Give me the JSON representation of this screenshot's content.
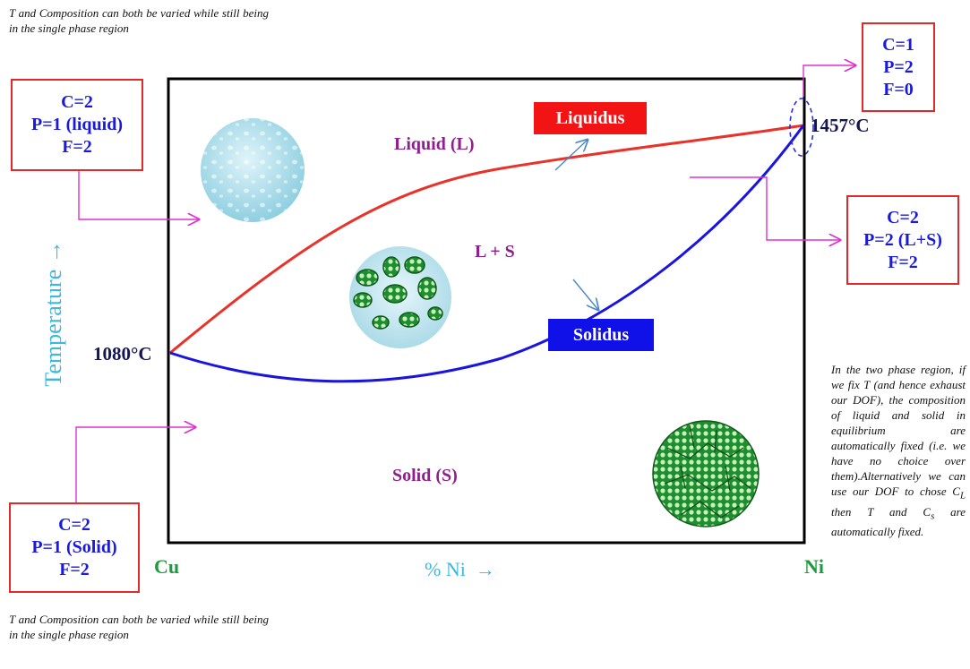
{
  "notes": {
    "top": "T and Composition can both be varied while still being in the single phase region",
    "bottom": "T and Composition can both be varied while still being in the single phase region",
    "right": "In the two phase region, if we fix T (and hence exhaust our DOF), the composition of liquid and solid in equilibrium are automatically fixed (i.e. we have no choice over them).Alternatively we can use our DOF to chose C",
    "right_sub1": "L",
    "right_mid": " then T and C",
    "right_sub2": "s",
    "right_end": " are automatically fixed."
  },
  "boxes": {
    "liquid": {
      "c": "C=2",
      "p": "P=1 (liquid)",
      "f": "F=2"
    },
    "solid": {
      "c": "C=2",
      "p": "P=1 (Solid)",
      "f": "F=2"
    },
    "melting_point": {
      "c": "C=1",
      "p": "P=2",
      "f": "F=0"
    },
    "two_phase": {
      "c": "C=2",
      "p": "P=2 (L+S)",
      "f": "F=2"
    }
  },
  "regions": {
    "liquid": "Liquid (L)",
    "two_phase": "L + S",
    "solid": "Solid (S)"
  },
  "curves": {
    "liquidus": "Liquidus",
    "solidus": "Solidus",
    "liquidus_color": "#e8322a",
    "solidus_color": "#1a14e0"
  },
  "temperatures": {
    "cu_melting": "1080°C",
    "ni_melting": "1457°C"
  },
  "axes": {
    "y_label": "Temperature →",
    "x_label": "% Ni  →",
    "x_left": "Cu",
    "x_right": "Ni"
  }
}
